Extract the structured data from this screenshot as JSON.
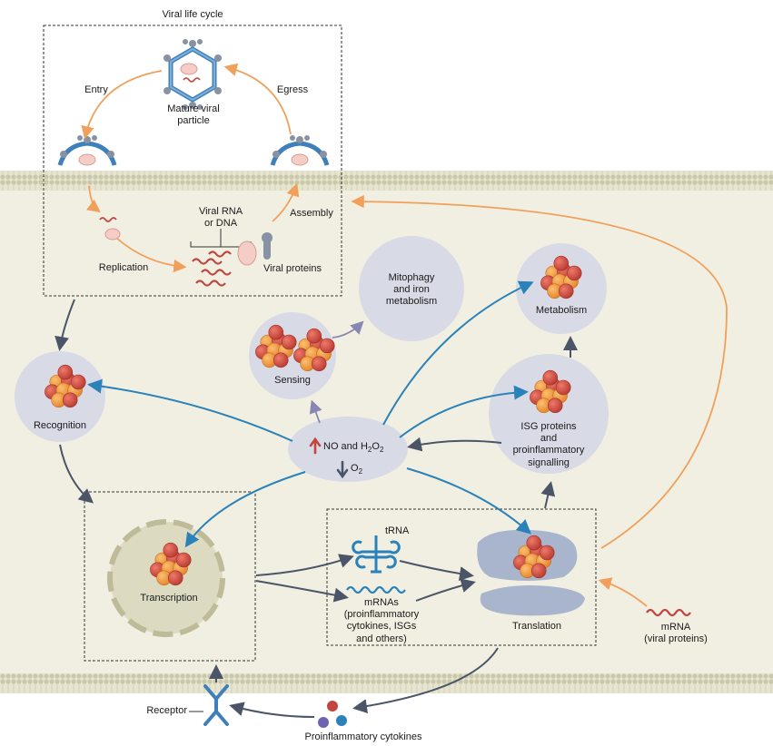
{
  "colors": {
    "cell": "#f1efe2",
    "membrane": "#cfcdb2",
    "bubble": "#d8dae6",
    "nucleus": "#dcdbc2",
    "orange_arrow": "#f0a05a",
    "blue_arrow": "#2a82b9",
    "dark_arrow": "#4a5568",
    "purple_arrow": "#8a86b3",
    "virus_rna": "#c0463f",
    "proteasome_red": "#d24a3e",
    "proteasome_orange": "#ee9a3c",
    "receptor": "#3f7fba"
  },
  "labels": {
    "viral_life_cycle": "Viral life cycle",
    "entry": "Entry",
    "egress": "Egress",
    "mature_viral_particle": [
      "Mature viral",
      "particle"
    ],
    "assembly": "Assembly",
    "viral_rna_dna": [
      "Viral RNA",
      "or DNA"
    ],
    "replication": "Replication",
    "viral_proteins": "Viral proteins",
    "mitophagy": [
      "Mitophagy",
      "and iron",
      "metabolism"
    ],
    "metabolism": "Metabolism",
    "sensing": "Sensing",
    "recognition": "Recognition",
    "no_h2o2_prefix": "NO and H",
    "no_h2o2_sub1": "2",
    "no_h2o2_mid": "O",
    "no_h2o2_sub2": "2",
    "o2_main": "O",
    "o2_sub": "2",
    "isg": [
      "ISG proteins",
      "and",
      "proinflammatory",
      "signalling"
    ],
    "transcription": "Transcription",
    "trna": "tRNA",
    "mrnas": [
      "mRNAs",
      "(proinflammatory",
      "cytokines, ISGs",
      "and others)"
    ],
    "translation": "Translation",
    "mrna_viral": [
      "mRNA",
      "(viral proteins)"
    ],
    "receptor": "Receptor",
    "cytokines": "Proinflammatory cytokines"
  }
}
